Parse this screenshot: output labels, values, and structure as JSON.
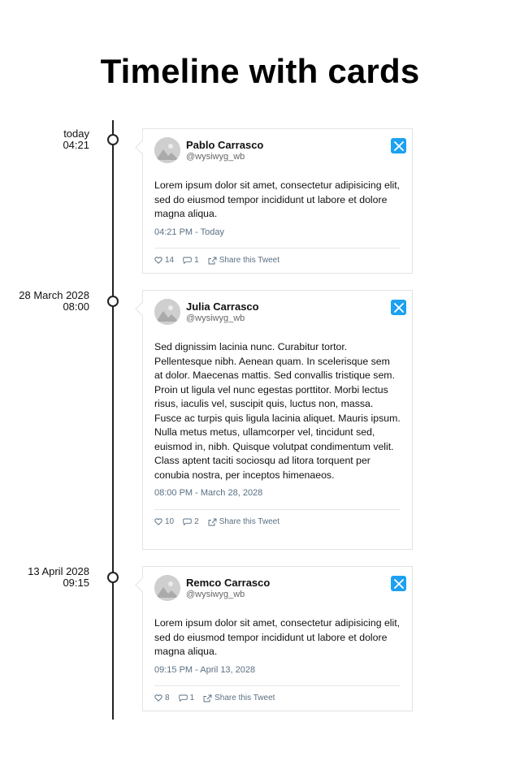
{
  "page": {
    "title": "Timeline with cards"
  },
  "entries": [
    {
      "date_line1": "today",
      "date_line2": "04:21",
      "name": "Pablo Carrasco",
      "handle": "@wysiwyg_wb",
      "text": "Lorem ipsum dolor sit amet, consectetur adipisicing elit, sed do eiusmod tempor incididunt ut labore et dolore magna aliqua.",
      "time": "04:21 PM - Today",
      "likes": "14",
      "comments": "1",
      "share_label": "Share this Tweet"
    },
    {
      "date_line1": "28 March 2028",
      "date_line2": "08:00",
      "name": "Julia Carrasco",
      "handle": "@wysiwyg_wb",
      "text": "Sed dignissim lacinia nunc. Curabitur tortor. Pellentesque nibh. Aenean quam. In scelerisque sem at dolor. Maecenas mattis. Sed convallis tristique sem. Proin ut ligula vel nunc egestas porttitor. Morbi lectus risus, iaculis vel, suscipit quis, luctus non, massa. Fusce ac turpis quis ligula lacinia aliquet. Mauris ipsum. Nulla metus metus, ullamcorper vel, tincidunt sed, euismod in, nibh. Quisque volutpat condimentum velit. Class aptent taciti sociosqu ad litora torquent per conubia nostra, per inceptos himenaeos.",
      "time": "08:00 PM - March 28, 2028",
      "likes": "10",
      "comments": "2",
      "share_label": "Share this Tweet"
    },
    {
      "date_line1": "13 April 2028",
      "date_line2": "09:15",
      "name": "Remco Carrasco",
      "handle": "@wysiwyg_wb",
      "text": "Lorem ipsum dolor sit amet, consectetur adipisicing elit, sed do eiusmod tempor incididunt ut labore et dolore magna aliqua.",
      "time": "09:15 PM - April 13, 2028",
      "likes": "8",
      "comments": "1",
      "share_label": "Share this Tweet"
    }
  ],
  "icons": {
    "avatar": "avatar-placeholder-icon",
    "brand": "x-logo-icon",
    "like": "heart-icon",
    "comment": "comment-icon",
    "share": "share-icon"
  },
  "colors": {
    "brand_blue": "#1da1f2",
    "meta_text": "#5b7083",
    "timeline_line": "#222222"
  }
}
